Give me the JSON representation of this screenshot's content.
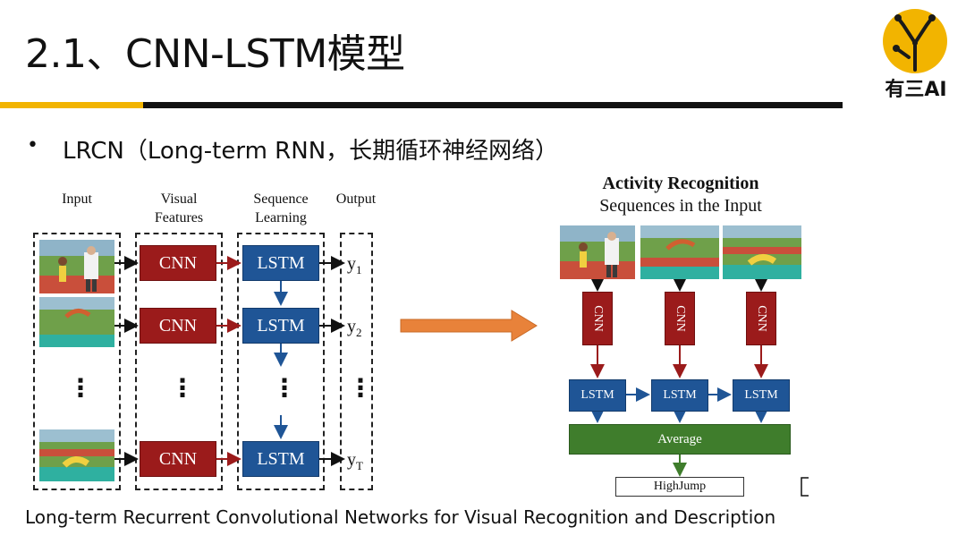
{
  "slide": {
    "title": "2.1、CNN-LSTM模型",
    "logo_text": "有三AI",
    "bullet_mark": "•",
    "bullet_text": "LRCN（Long-term RNN，长期循环神经网络）",
    "caption": "Long-term Recurrent Convolutional Networks for Visual Recognition and Description"
  },
  "colors": {
    "accent_yellow": "#f2b400",
    "cnn_red": "#9b1b1b",
    "lstm_blue": "#1f5596",
    "average_green": "#3f7d2c",
    "arrow_orange": "#e8823a"
  },
  "left_diagram": {
    "headers": {
      "input": "Input",
      "visual": "Visual\nFeatures",
      "sequence": "Sequence\nLearning",
      "output": "Output"
    },
    "cnn_label": "CNN",
    "lstm_label": "LSTM",
    "outputs": [
      {
        "base": "y",
        "sub": "1"
      },
      {
        "base": "y",
        "sub": "2"
      },
      {
        "base": "y",
        "sub": "T"
      }
    ],
    "ellipsis": "⋮"
  },
  "right_diagram": {
    "title": "Activity Recognition",
    "subtitle": "Sequences in the Input",
    "cnn_label": "CNN",
    "lstm_label": "LSTM",
    "average_label": "Average",
    "result_label": "HighJump"
  }
}
